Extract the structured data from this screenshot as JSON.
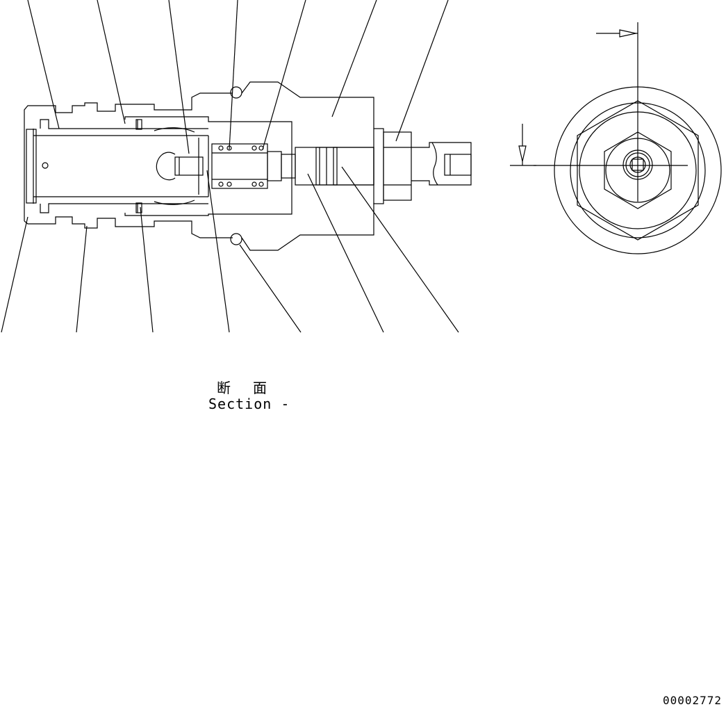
{
  "captions": {
    "section_jp": "断 面",
    "section_en": "Section  -"
  },
  "drawing_number": "00002772",
  "icons": [
    "section-arrow-icon",
    "section-arrow-icon"
  ]
}
